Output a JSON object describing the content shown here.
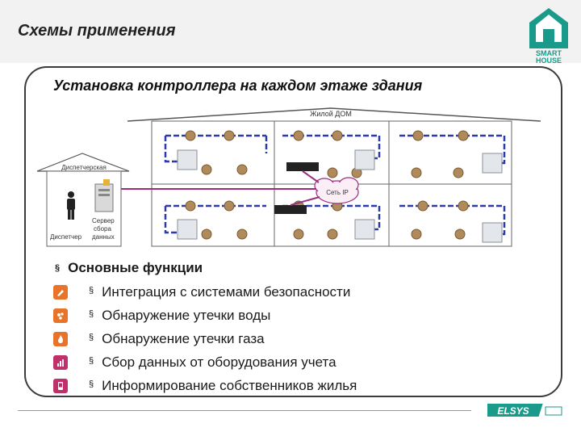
{
  "header": {
    "title": "Схемы применения"
  },
  "logo": {
    "line1": "SMART",
    "line2": "HOUSE",
    "color": "#1a9a8a"
  },
  "slide": {
    "subtitle": "Установка контроллера на каждом этаже здания"
  },
  "diagram": {
    "building_label": "Жилой ДОМ",
    "dispatch_label": "Диспетчерская",
    "dispatcher_label": "Диспетчер",
    "server_label_1": "Сервер",
    "server_label_2": "сбора",
    "server_label_3": "данных",
    "network_label": "Сеть IP",
    "link_color": "#9b2d7e",
    "bus_color": "#2a3aa8"
  },
  "functions": {
    "heading": "Основные функции",
    "bullet": "§",
    "items": [
      {
        "label": "Интеграция с системами безопасности",
        "icon": "security-icon",
        "color": "#e8732a"
      },
      {
        "label": "Обнаружение утечки воды",
        "icon": "water-drop-icon",
        "color": "#e8732a"
      },
      {
        "label": "Обнаружение утечки газа",
        "icon": "gas-flame-icon",
        "color": "#e8732a"
      },
      {
        "label": "Сбор данных от оборудования учета",
        "icon": "meter-data-icon",
        "color": "#c0306a"
      },
      {
        "label": "Информирование собственников жилья",
        "icon": "phone-icon",
        "color": "#c0306a"
      }
    ]
  },
  "footer": {
    "brand": "ELSYS"
  }
}
